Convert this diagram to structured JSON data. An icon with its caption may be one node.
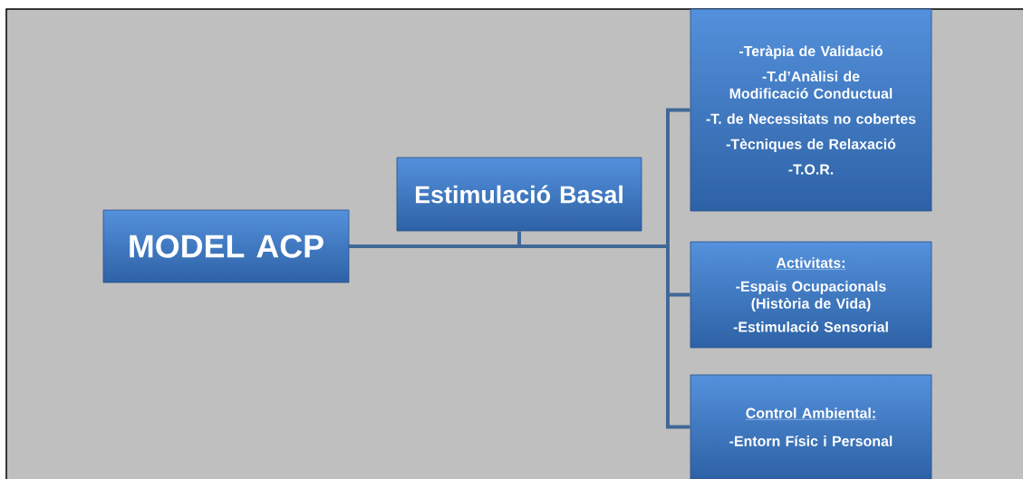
{
  "diagram": {
    "nodes": [
      {
        "text": [
          "MODEL ACP"
        ]
      },
      {
        "text": [
          "Estimulació Basal"
        ]
      },
      {
        "text": [
          "-Teràpia de Validació",
          "-T.d’Anàlisi de Modificació Conductual",
          "-T. de Necessitats no cobertes",
          "-Tècniques de Relaxació",
          "-T.O.R."
        ]
      },
      {
        "text": [
          "Activitats:",
          "-Espais Ocupacionals (Història de Vida)",
          "-Estimulació Sensorial"
        ]
      },
      {
        "text": [
          "Control Ambiental:",
          "-Entorn Físic i Personal"
        ]
      }
    ],
    "edges": [
      {
        "from": 0,
        "to": 1,
        "arrow": "none"
      },
      {
        "from": 0,
        "to": 2,
        "arrow": "none"
      },
      {
        "from": 0,
        "to": 3,
        "arrow": "none"
      },
      {
        "from": 0,
        "to": 4,
        "arrow": "none"
      }
    ]
  }
}
